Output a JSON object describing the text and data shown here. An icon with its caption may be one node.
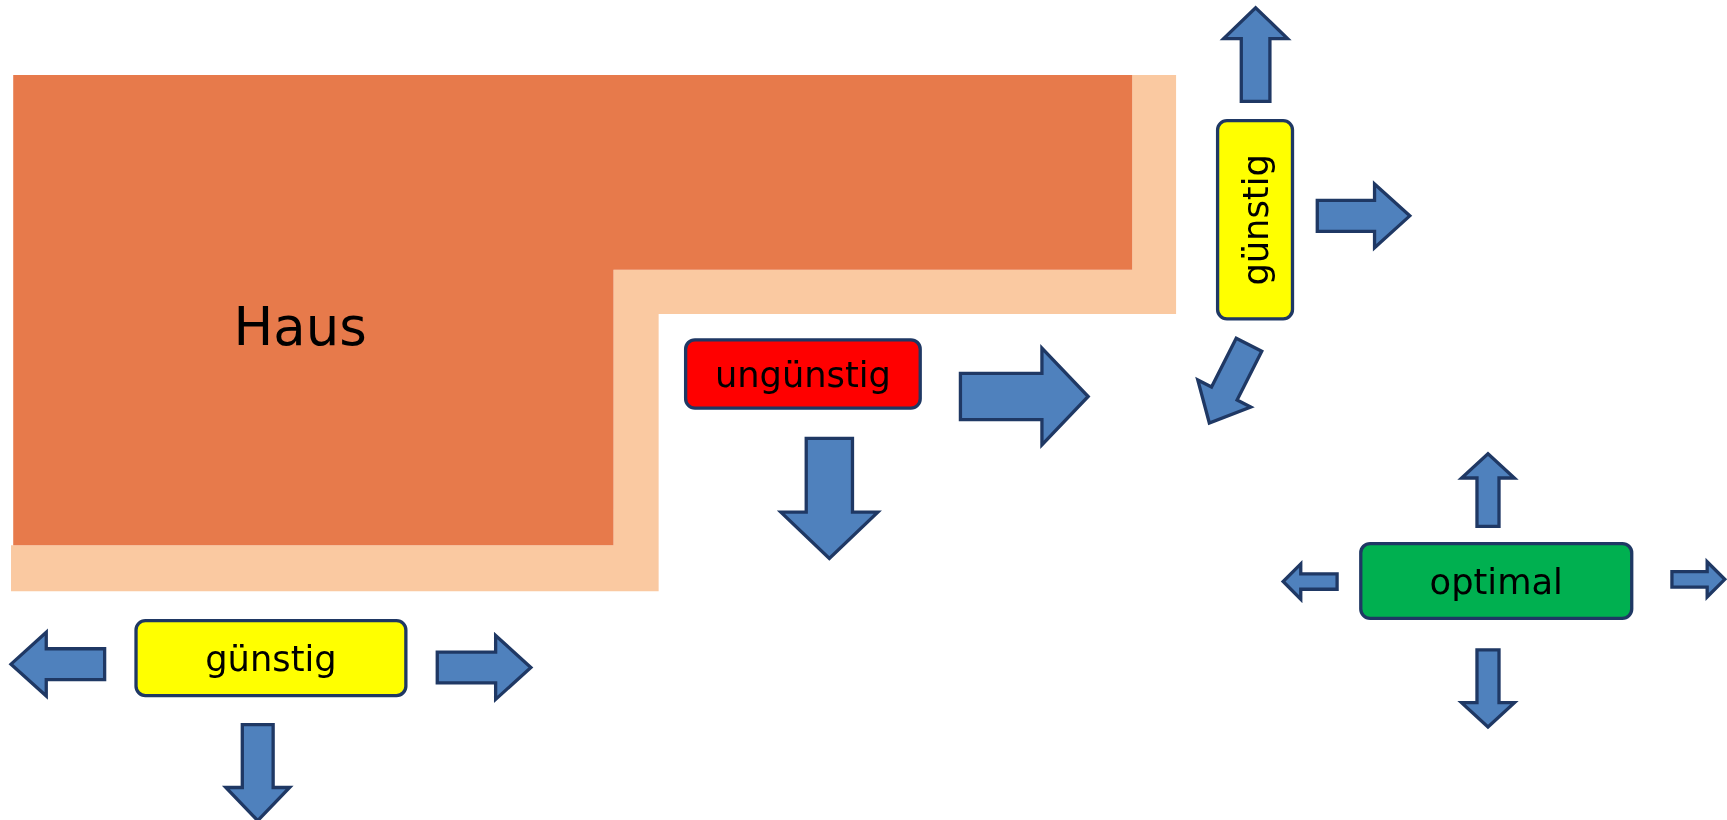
{
  "diagram": {
    "nodes": [
      {
        "text": [
          "Haus"
        ]
      },
      {
        "text": [
          "günstig"
        ]
      },
      {
        "text": [
          "ungünstig"
        ]
      },
      {
        "text": [
          "günstig"
        ]
      },
      {
        "text": [
          "optimal"
        ]
      }
    ],
    "edges": [
      {
        "from": 1,
        "to": null,
        "arrow": "to"
      },
      {
        "from": 1,
        "to": null,
        "arrow": "to"
      },
      {
        "from": 1,
        "to": null,
        "arrow": "to"
      },
      {
        "from": 2,
        "to": null,
        "arrow": "to"
      },
      {
        "from": 2,
        "to": null,
        "arrow": "to"
      },
      {
        "from": 3,
        "to": null,
        "arrow": "to"
      },
      {
        "from": 3,
        "to": null,
        "arrow": "to"
      },
      {
        "from": 3,
        "to": null,
        "arrow": "to"
      },
      {
        "from": 4,
        "to": null,
        "arrow": "to"
      },
      {
        "from": 4,
        "to": null,
        "arrow": "to"
      },
      {
        "from": 4,
        "to": null,
        "arrow": "to"
      },
      {
        "from": 4,
        "to": null,
        "arrow": "to"
      }
    ]
  }
}
